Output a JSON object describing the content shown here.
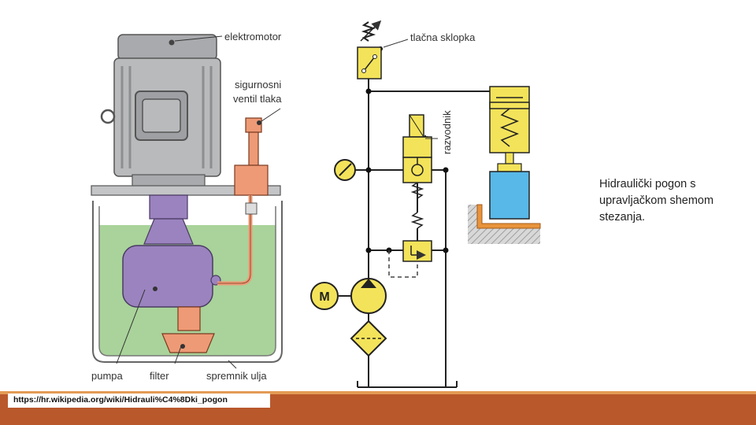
{
  "diagram": {
    "labels": {
      "elektromotor": "elektromotor",
      "sigurnosni_line1": "sigurnosni",
      "sigurnosni_line2": "ventil tlaka",
      "pumpa": "pumpa",
      "filter": "filter",
      "spremnik": "spremnik ulja",
      "tlacna_sklopka": "tlačna sklopka",
      "razvodnik": "razvodnik",
      "motor_symbol": "M"
    },
    "colors": {
      "motor": "#b9babc",
      "oil": "#a9d39a",
      "pump": "#9b83bf",
      "valve": "#ee9a76",
      "yellow": "#f3e35a",
      "cylinder_blue": "#58b8e8",
      "hatch_orange": "#e8943c"
    }
  },
  "caption": {
    "line1": "Hidraulički pogon s",
    "line2": "upravljačkom shemom",
    "line3": "stezanja."
  },
  "source": {
    "url": "https://hr.wikipedia.org/wiki/Hidrauli%C4%8Dki_pogon"
  }
}
